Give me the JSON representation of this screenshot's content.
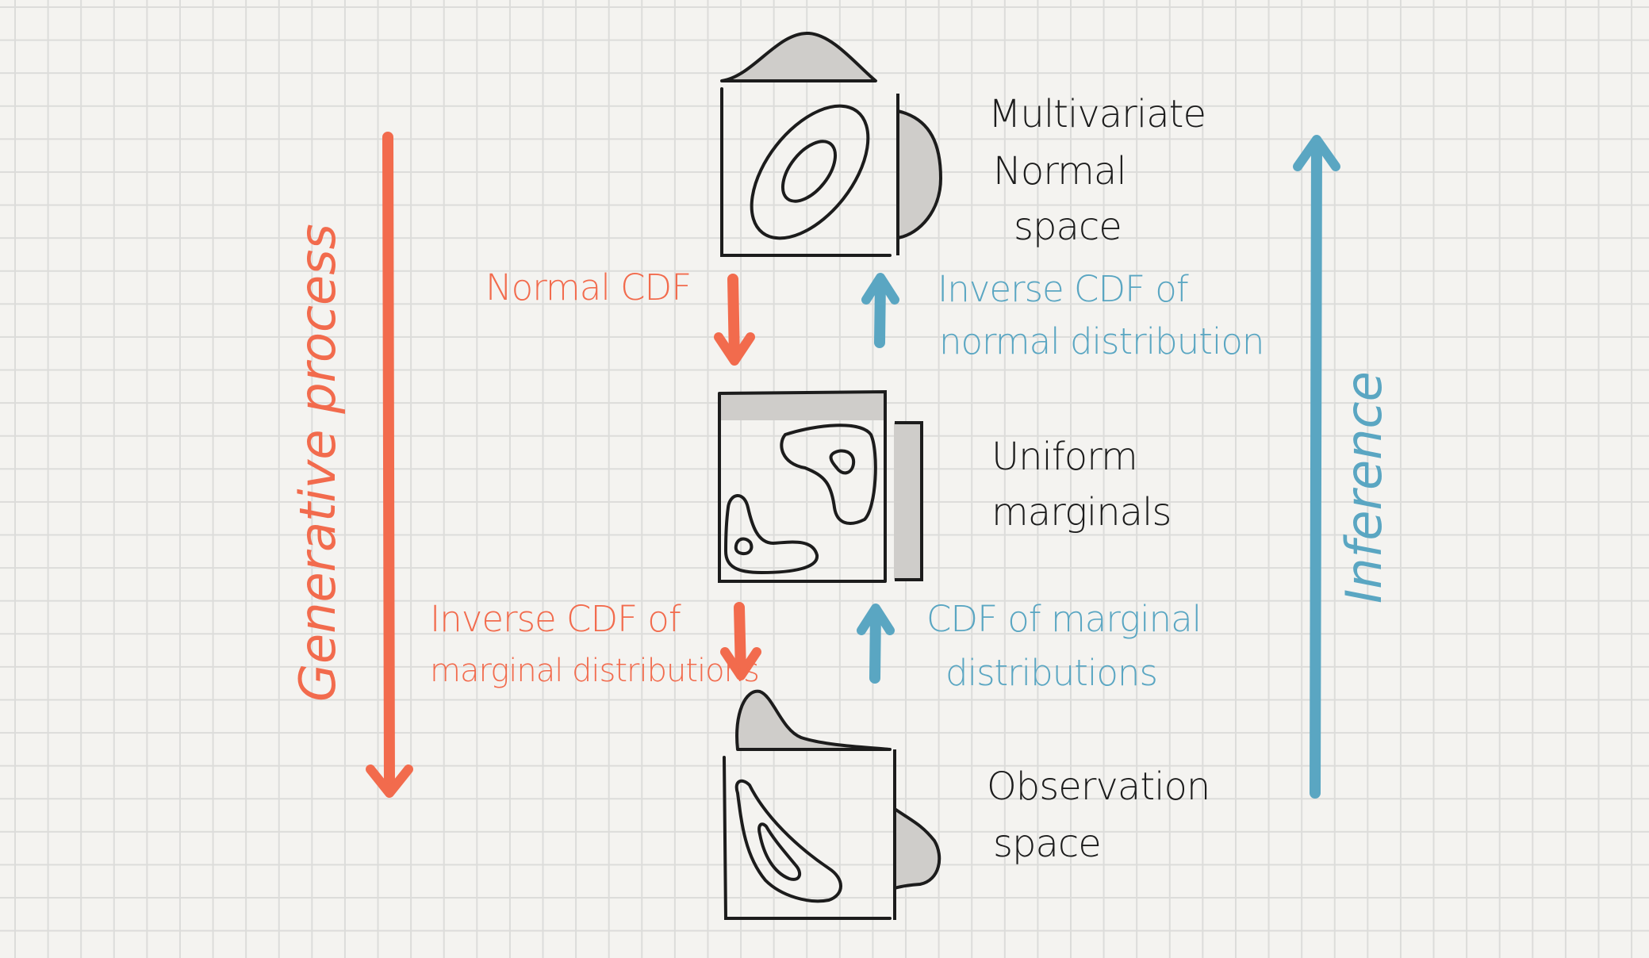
{
  "spaces": {
    "multivariate_normal": [
      "Multivariate",
      "Normal",
      "space"
    ],
    "uniform_marginals": [
      "Uniform",
      "marginals"
    ],
    "observation": [
      "Observation",
      "space"
    ]
  },
  "transforms": {
    "normal_cdf": "Normal CDF",
    "inverse_cdf_normal": [
      "Inverse CDF of",
      "normal distribution"
    ],
    "inverse_cdf_marginal": [
      "Inverse CDF of",
      "marginal distributions"
    ],
    "cdf_marginal": [
      "CDF of marginal",
      "distributions"
    ]
  },
  "processes": {
    "generative": "Generative process",
    "inference": "Inference"
  },
  "colors": {
    "generative": "#f26b4d",
    "inference": "#5aa6c2",
    "ink": "#1c1c1c",
    "marginal_fill": "#cfcdca",
    "grid": "#dcdcda",
    "paper": "#f4f3f0"
  }
}
